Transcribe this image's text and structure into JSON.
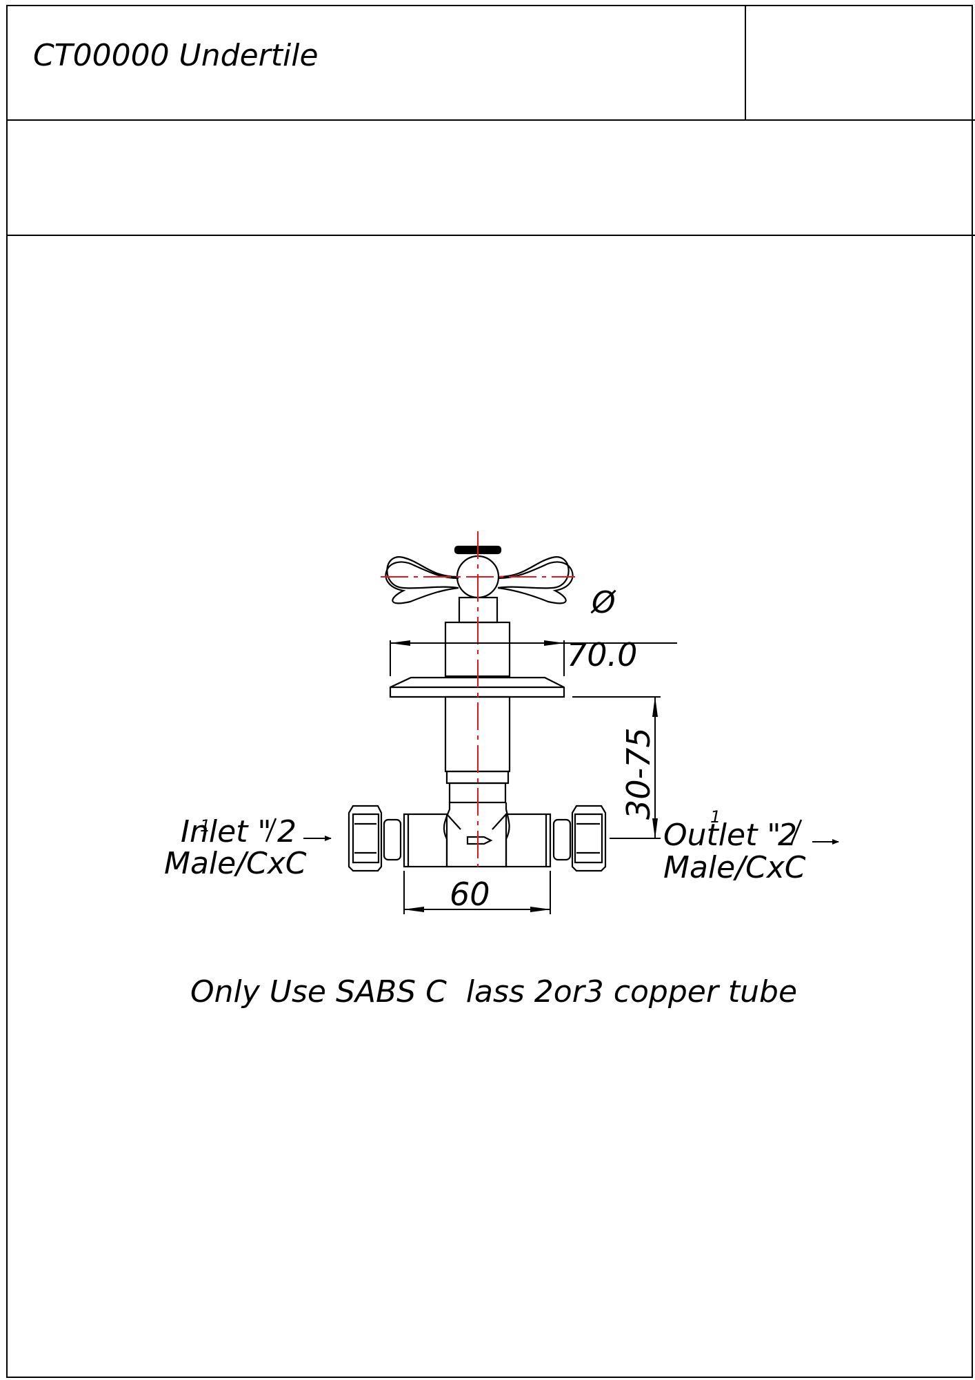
{
  "title_block": {
    "title": "CT00000 Undertile",
    "right_cell": "",
    "second_row": ""
  },
  "drawing": {
    "diameter_symbol": "Ø",
    "diameter_value": "70.0",
    "depth_range": "30-75",
    "body_width": "60",
    "inlet_line1_pre": "Inlet \"",
    "inlet_fraction_num": "1",
    "inlet_fraction_den": "2",
    "inlet_line2": "Male/CxC",
    "outlet_line1_pre": "Outlet \"",
    "outlet_fraction_num": "1",
    "outlet_fraction_den": "2",
    "outlet_line2": "Male/CxC",
    "note": "Only Use SABS C  lass 2or3 copper tube"
  },
  "colors": {
    "line": "#000000",
    "centerline": "#e8141b",
    "background": "#ffffff"
  }
}
